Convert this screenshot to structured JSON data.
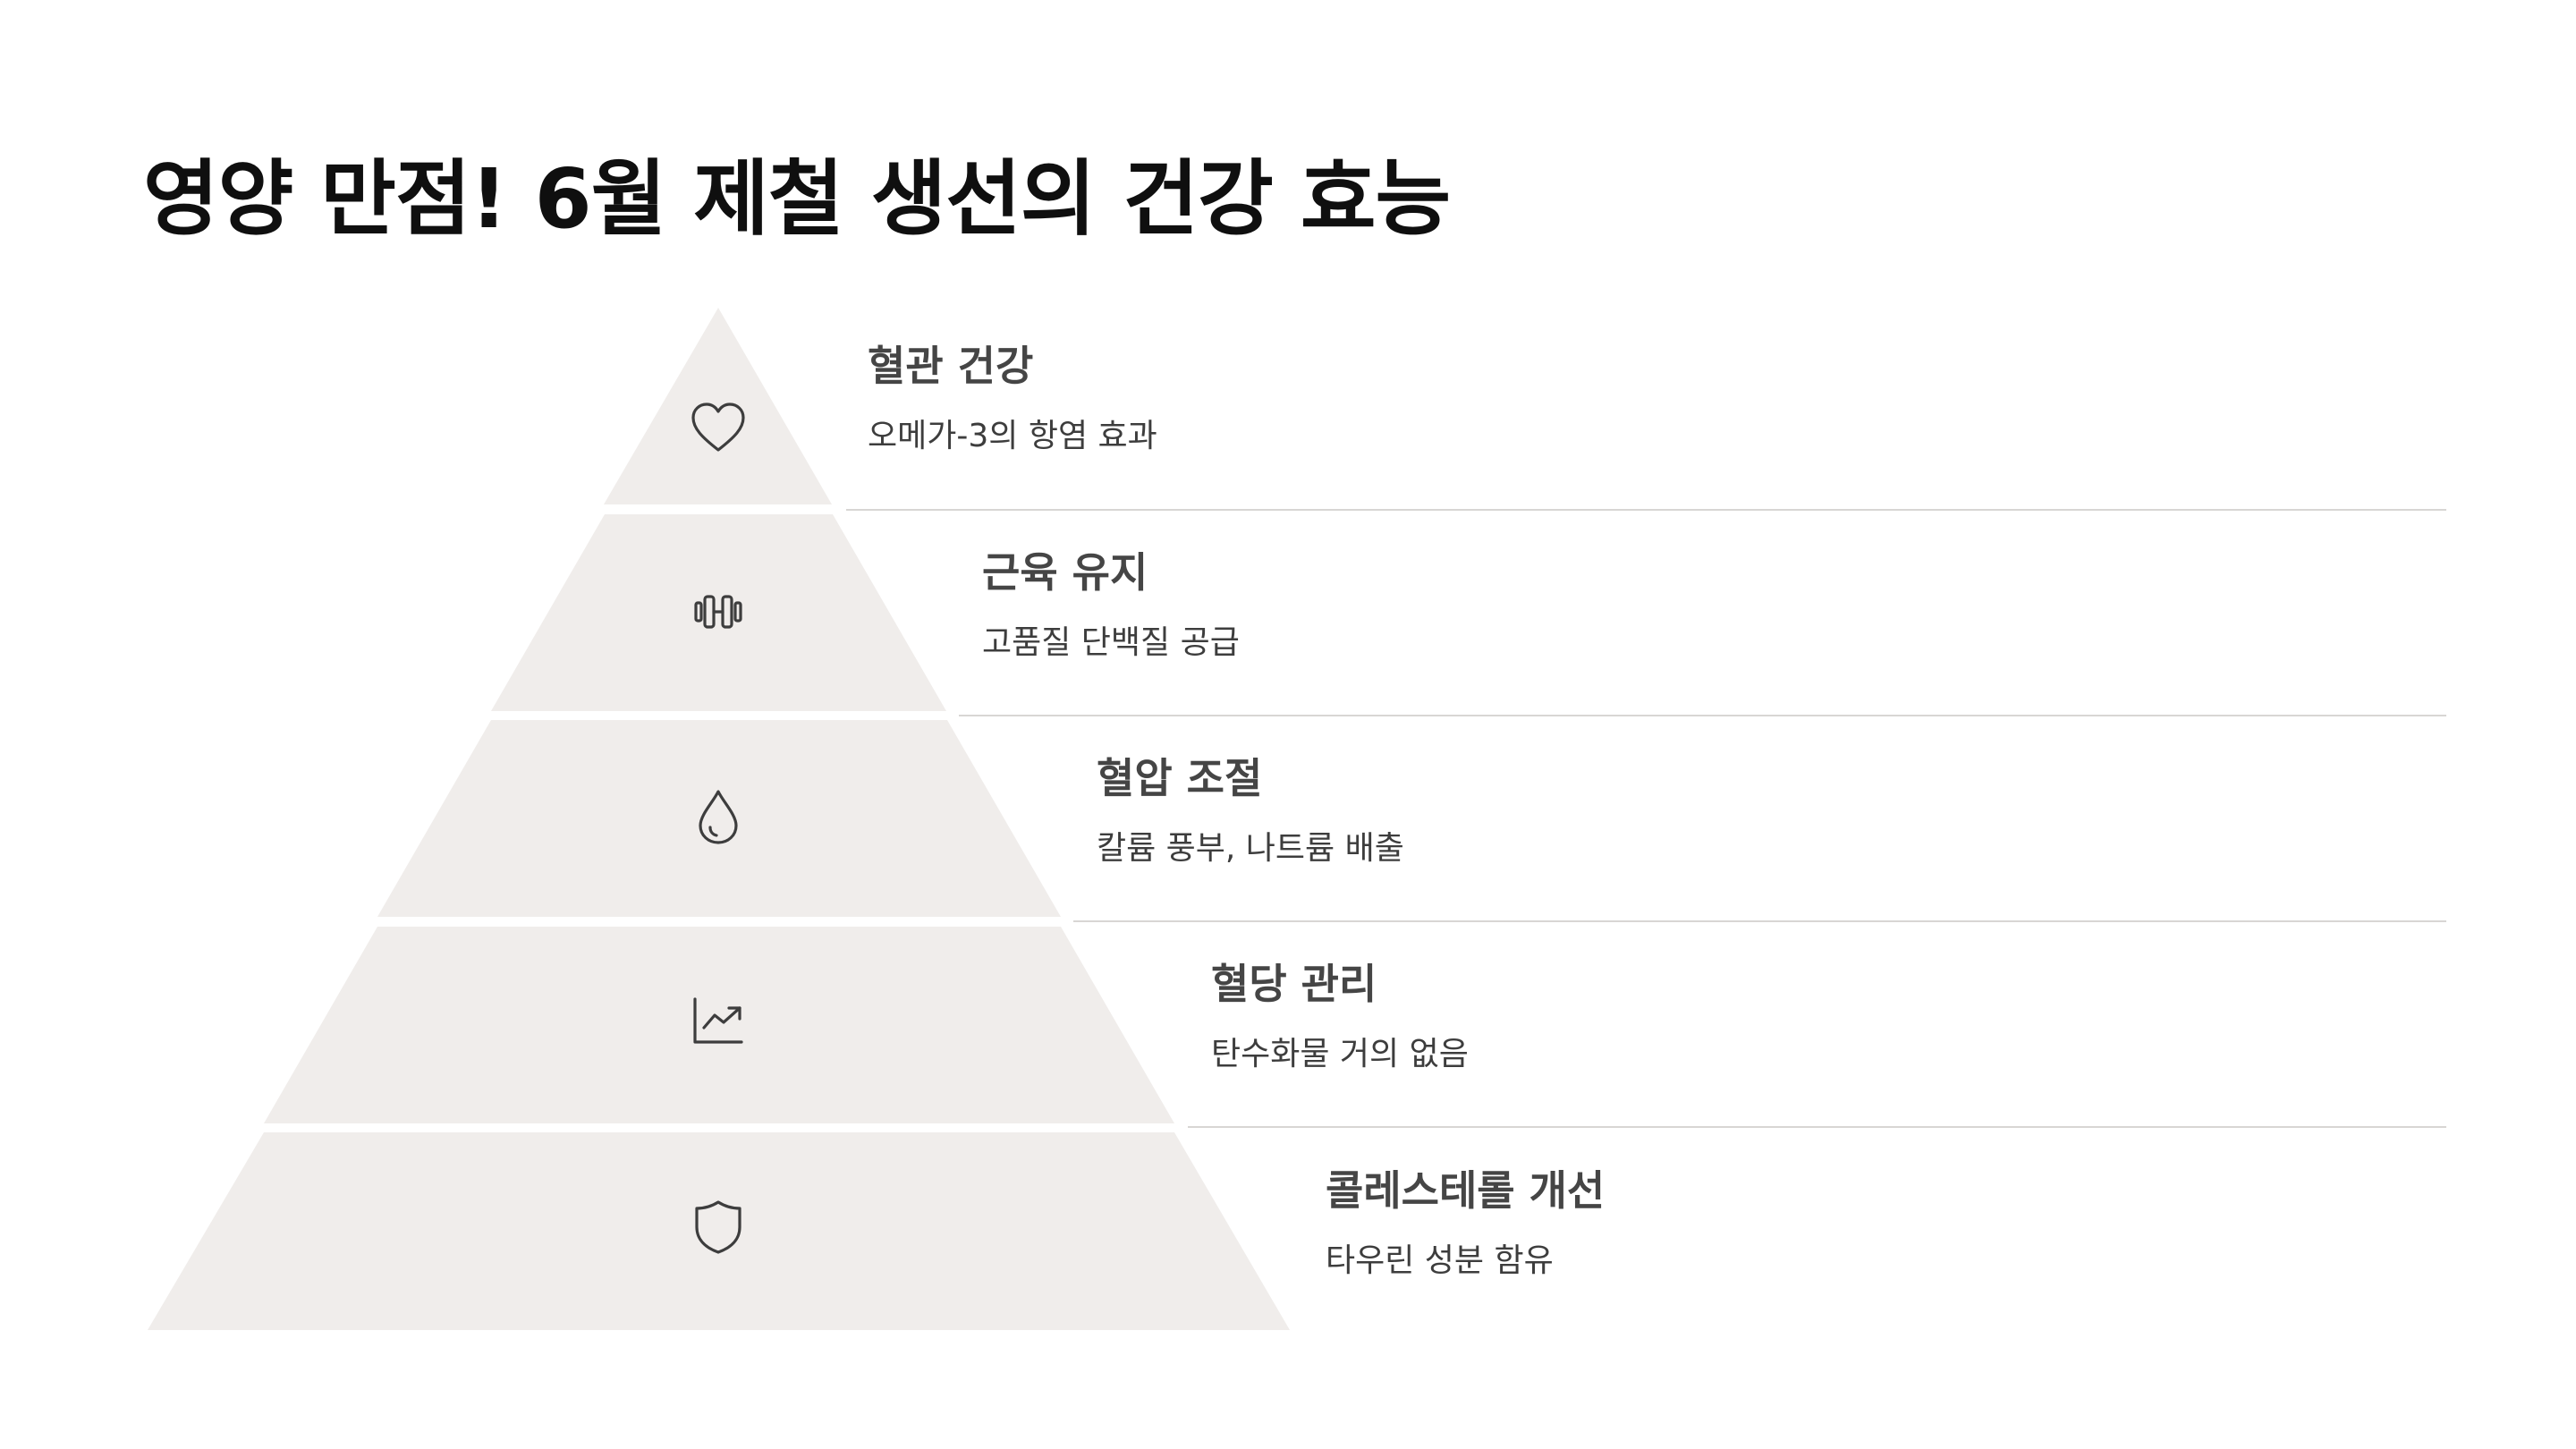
{
  "title": "영양 만점! 6월 제철 생선의 건강 효능",
  "tiers": [
    {
      "icon": "heart-icon",
      "title": "혈관 건강",
      "description": "오메가-3의 항염 효과"
    },
    {
      "icon": "dumbbell-icon",
      "title": "근육 유지",
      "description": "고품질 단백질 공급"
    },
    {
      "icon": "droplet-icon",
      "title": "혈압 조절",
      "description": "칼륨 풍부, 나트륨 배출"
    },
    {
      "icon": "trending-down-chart-icon",
      "title": "혈당 관리",
      "description": "탄수화물 거의 없음"
    },
    {
      "icon": "shield-icon",
      "title": "콜레스테롤 개선",
      "description": "타우린 성분 함유"
    }
  ],
  "colors": {
    "tier_fill": "#f0edeb",
    "divider": "#d8d6d4",
    "title_text": "#0f0f0f",
    "body_text": "#3d3d3d"
  }
}
